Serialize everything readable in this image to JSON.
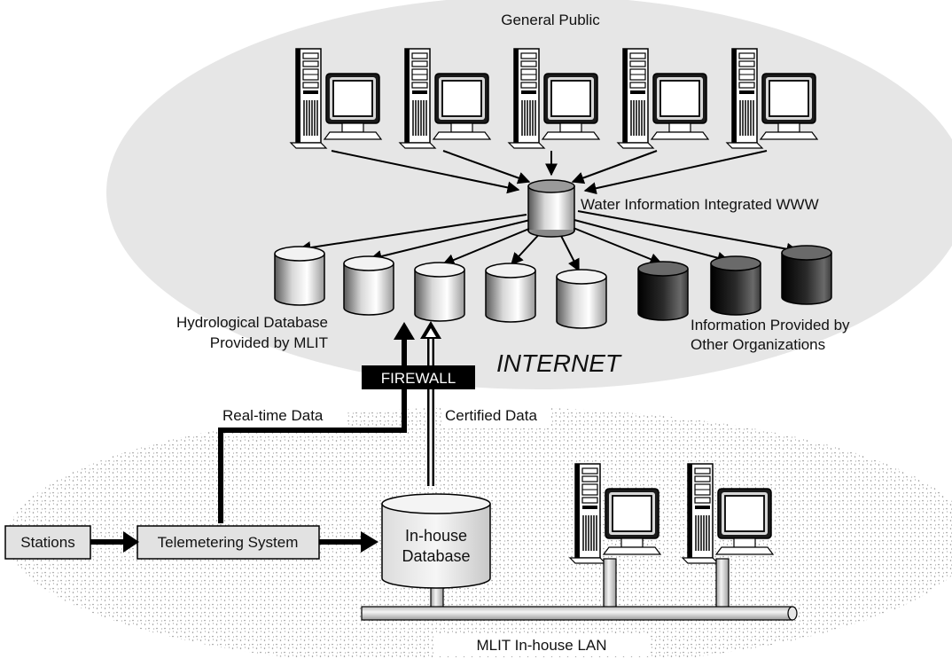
{
  "labels": {
    "general_public": "General Public",
    "www": "Water Information Integrated WWW",
    "hydro_line1": "Hydrological Database",
    "hydro_line2": "Provided by MLIT",
    "other_line1": "Information Provided by",
    "other_line2": "Other Organizations",
    "internet": "INTERNET",
    "firewall": "FIREWALL",
    "realtime": "Real-time Data",
    "certified": "Certified Data",
    "stations": "Stations",
    "telemetering": "Telemetering System",
    "inhouse_line1": "In-house",
    "inhouse_line2": "Database",
    "lan": "MLIT In-house LAN"
  },
  "colors": {
    "internet_ellipse": "#e6e6e6",
    "lan_dots": "#8a8a8a",
    "box_fill": "#e2e2e2",
    "firewall_bg": "#000000",
    "firewall_text": "#ffffff"
  },
  "icons": {
    "public_computers": [
      "computer-icon",
      "computer-icon",
      "computer-icon",
      "computer-icon",
      "computer-icon"
    ],
    "lan_computers": [
      "computer-icon",
      "computer-icon"
    ],
    "databases": [
      "database-icon",
      "database-icon",
      "database-icon",
      "database-icon",
      "database-icon",
      "database-icon",
      "database-icon",
      "database-icon"
    ]
  }
}
